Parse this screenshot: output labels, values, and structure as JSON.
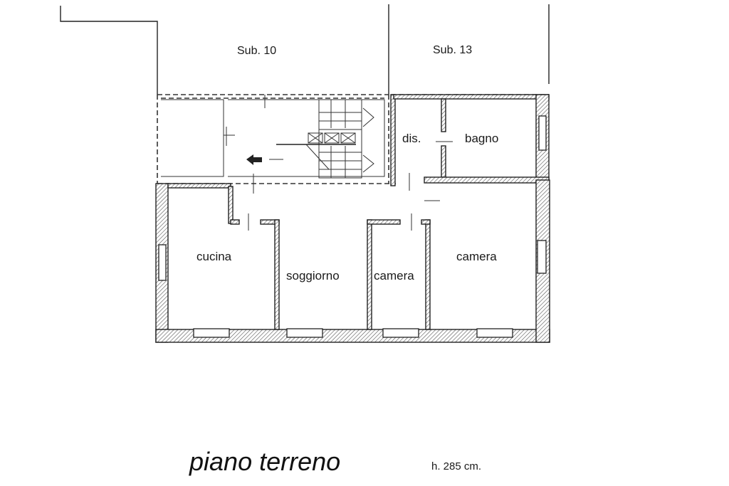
{
  "neighbours": [
    {
      "id": "sub10",
      "label": "Sub. 10"
    },
    {
      "id": "sub13",
      "label": "Sub. 13"
    }
  ],
  "rooms": [
    {
      "id": "dis",
      "label": "dis."
    },
    {
      "id": "bagno",
      "label": "bagno"
    },
    {
      "id": "cucina",
      "label": "cucina"
    },
    {
      "id": "soggiorno",
      "label": "soggiorno"
    },
    {
      "id": "camera-small",
      "label": "camera"
    },
    {
      "id": "camera-large",
      "label": "camera"
    }
  ],
  "plan": {
    "title": "piano terreno",
    "height_note": "h. 285 cm."
  }
}
